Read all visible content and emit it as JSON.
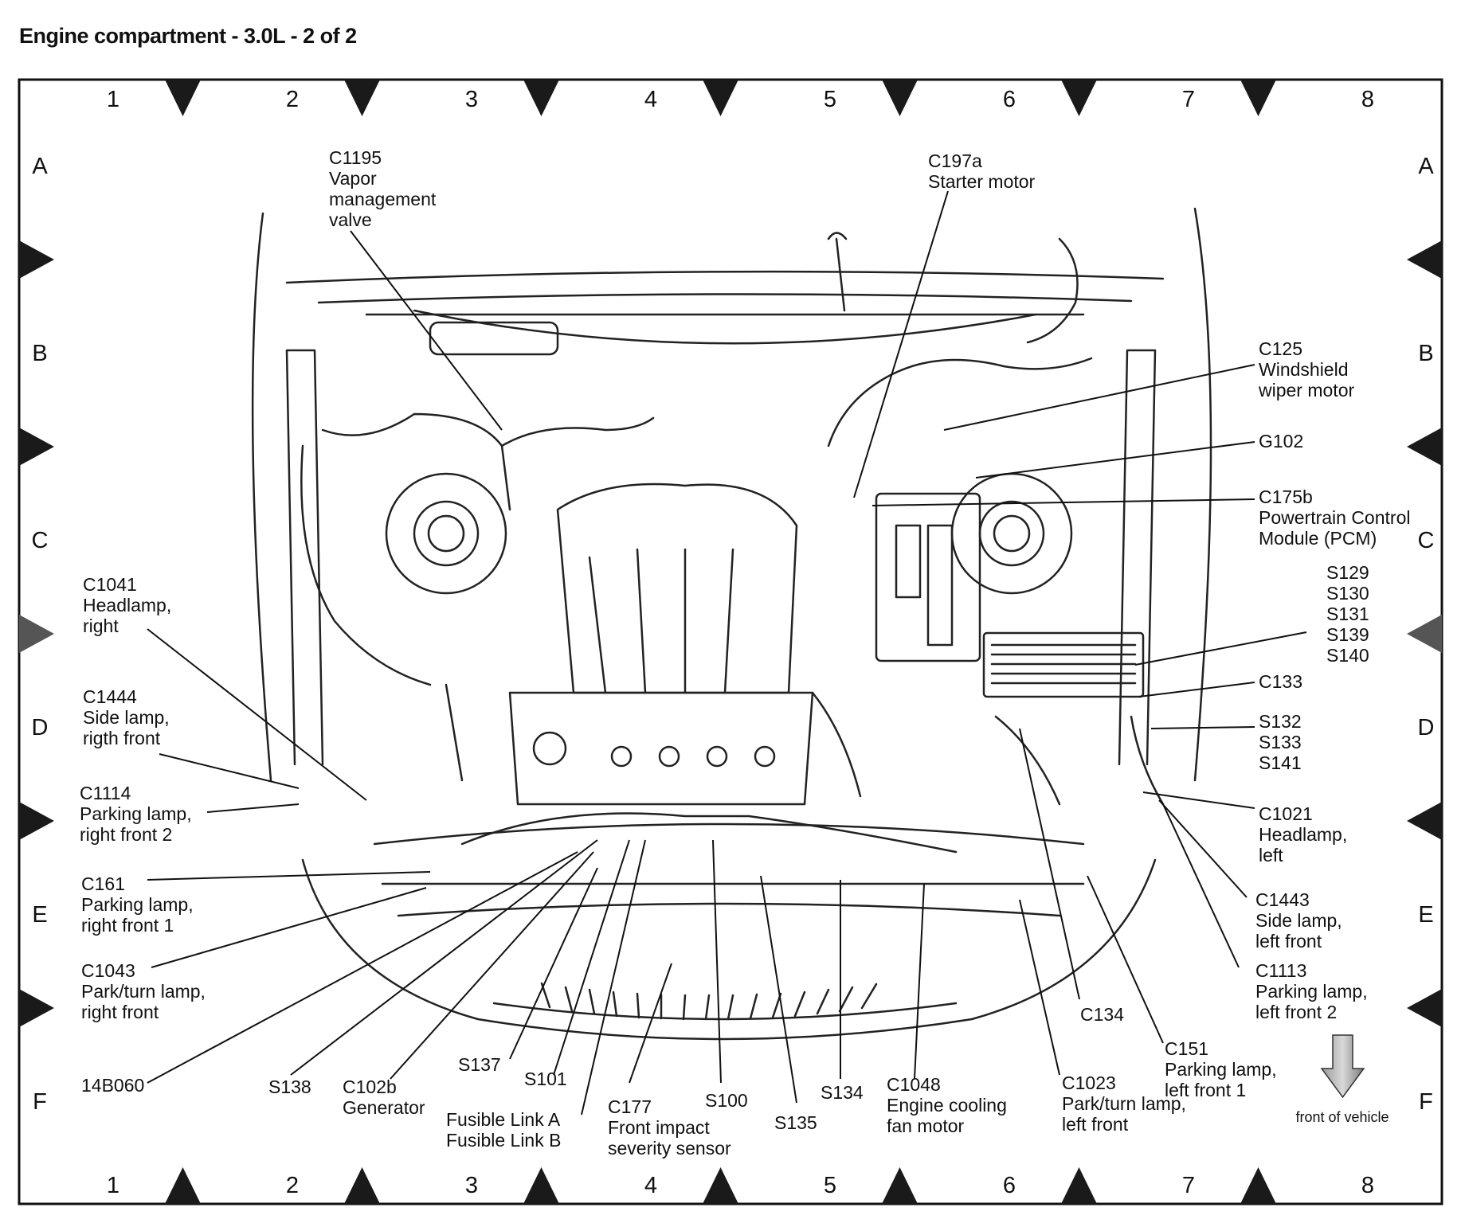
{
  "title": "Engine compartment - 3.0L - 2 of 2",
  "grid": {
    "columns": [
      "1",
      "2",
      "3",
      "4",
      "5",
      "6",
      "7",
      "8"
    ],
    "rows": [
      "A",
      "B",
      "C",
      "D",
      "E",
      "F"
    ]
  },
  "callouts": [
    {
      "id": "c1195",
      "lines": [
        "C1195",
        "Vapor",
        "management",
        "valve"
      ]
    },
    {
      "id": "c197a",
      "lines": [
        "C197a",
        "Starter motor"
      ]
    },
    {
      "id": "c125",
      "lines": [
        "C125",
        "Windshield",
        "wiper motor"
      ]
    },
    {
      "id": "g102",
      "lines": [
        "G102"
      ]
    },
    {
      "id": "c175b",
      "lines": [
        "C175b",
        "Powertrain Control",
        "Module (PCM)"
      ]
    },
    {
      "id": "s129",
      "lines": [
        "S129",
        "S130",
        "S131",
        "S139",
        "S140"
      ]
    },
    {
      "id": "c133",
      "lines": [
        "C133"
      ]
    },
    {
      "id": "s132",
      "lines": [
        "S132",
        "S133",
        "S141"
      ]
    },
    {
      "id": "c1021",
      "lines": [
        "C1021",
        "Headlamp,",
        "left"
      ]
    },
    {
      "id": "c1443",
      "lines": [
        "C1443",
        "Side lamp,",
        "left front"
      ]
    },
    {
      "id": "c1113",
      "lines": [
        "C1113",
        "Parking lamp,",
        "left front 2"
      ]
    },
    {
      "id": "c151",
      "lines": [
        "C151",
        "Parking lamp,",
        "left front 1"
      ]
    },
    {
      "id": "c134",
      "lines": [
        "C134"
      ]
    },
    {
      "id": "c1023",
      "lines": [
        "C1023",
        "Park/turn lamp,",
        "left front"
      ]
    },
    {
      "id": "c1048",
      "lines": [
        "C1048",
        "Engine cooling",
        "fan motor"
      ]
    },
    {
      "id": "s134",
      "lines": [
        "S134"
      ]
    },
    {
      "id": "s135",
      "lines": [
        "S135"
      ]
    },
    {
      "id": "s100",
      "lines": [
        "S100"
      ]
    },
    {
      "id": "c177",
      "lines": [
        "C177",
        "Front impact",
        "severity sensor"
      ]
    },
    {
      "id": "fusible",
      "lines": [
        "Fusible Link A",
        "Fusible Link B"
      ]
    },
    {
      "id": "s101",
      "lines": [
        "S101"
      ]
    },
    {
      "id": "s137",
      "lines": [
        "S137"
      ]
    },
    {
      "id": "c102b",
      "lines": [
        "C102b",
        "Generator"
      ]
    },
    {
      "id": "s138",
      "lines": [
        "S138"
      ]
    },
    {
      "id": "l14b060",
      "lines": [
        "14B060"
      ]
    },
    {
      "id": "c1043",
      "lines": [
        "C1043",
        "Park/turn lamp,",
        "right front"
      ]
    },
    {
      "id": "c161",
      "lines": [
        "C161",
        "Parking lamp,",
        "right front 1"
      ]
    },
    {
      "id": "c1114",
      "lines": [
        "C1114",
        "Parking lamp,",
        "right front 2"
      ]
    },
    {
      "id": "c1444",
      "lines": [
        "C1444",
        "Side lamp,",
        "rigth front"
      ]
    },
    {
      "id": "c1041",
      "lines": [
        "C1041",
        "Headlamp,",
        "right"
      ]
    }
  ],
  "front_of_vehicle": "front of vehicle"
}
